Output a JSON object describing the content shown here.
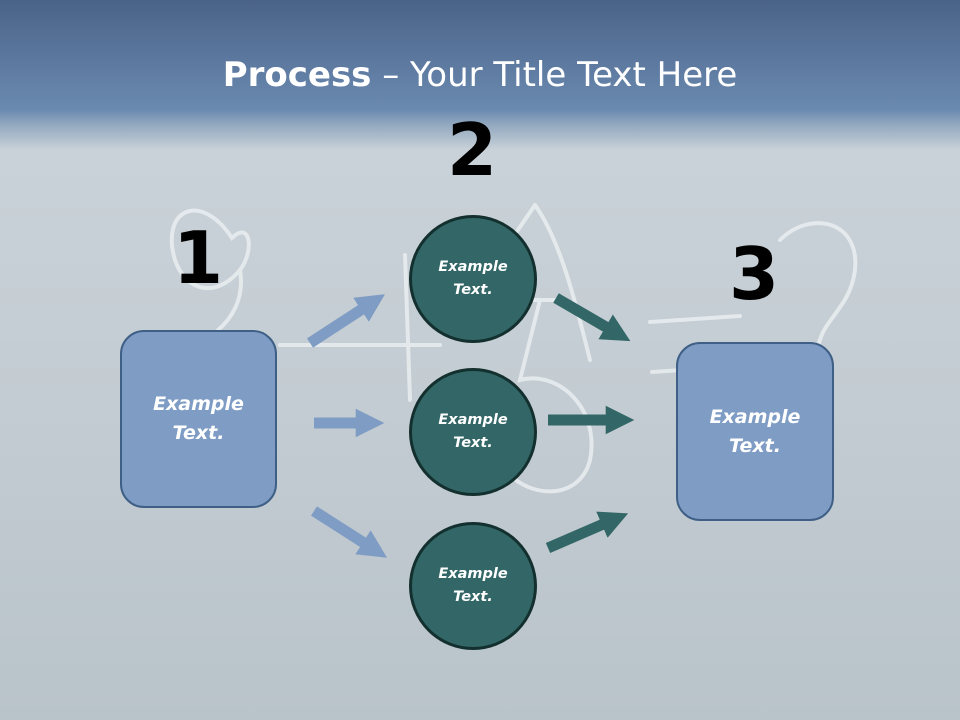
{
  "title": {
    "bold": "Process",
    "rest": " – Your Title Text Here"
  },
  "steps": [
    {
      "number": "1",
      "text": "Example\nText."
    },
    {
      "number": "2",
      "text": "Example\nText."
    },
    {
      "number": "3",
      "text": "Example\nText."
    }
  ],
  "circles": [
    {
      "text": "Example\nText."
    },
    {
      "text": "Example\nText."
    },
    {
      "text": "Example\nText."
    }
  ],
  "colors": {
    "box_fill": "#7f9cc4",
    "box_border": "#3e5f86",
    "circle_fill": "#336666",
    "circle_border": "#13302f",
    "arrow_left": "#7f9cc4",
    "arrow_right": "#336666"
  }
}
